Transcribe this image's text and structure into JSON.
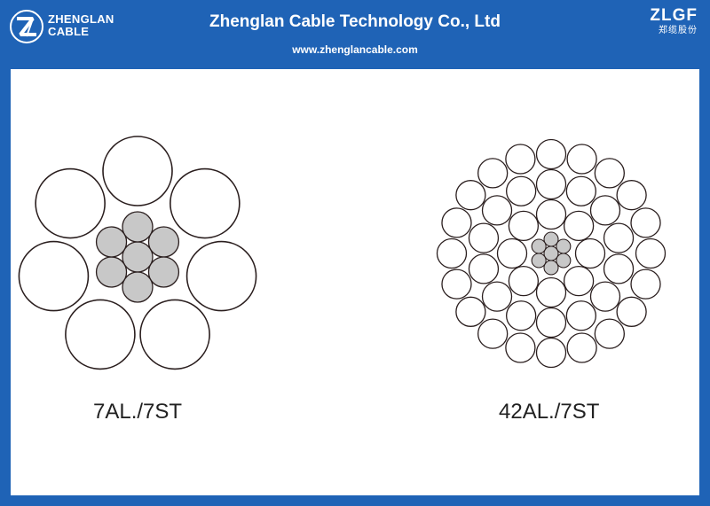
{
  "header": {
    "logo_text_line1": "ZHENGLAN",
    "logo_text_line2": "CABLE",
    "title": "Zhenglan Cable Technology Co., Ltd",
    "url": "www.zhenglancable.com",
    "right_logo": "ZLGF",
    "right_logo_cn": "郑缆股份"
  },
  "colors": {
    "banner": "#1f63b6",
    "aluminium_wire": "#ffffff",
    "steel_wire": "#c8c8c8",
    "outline": "#2a1e1e"
  },
  "diagrams": [
    {
      "caption": "7AL./7ST",
      "aluminium_count": 7,
      "steel_count": 7
    },
    {
      "caption": "42AL./7ST",
      "aluminium_count": 42,
      "steel_count": 7
    }
  ]
}
